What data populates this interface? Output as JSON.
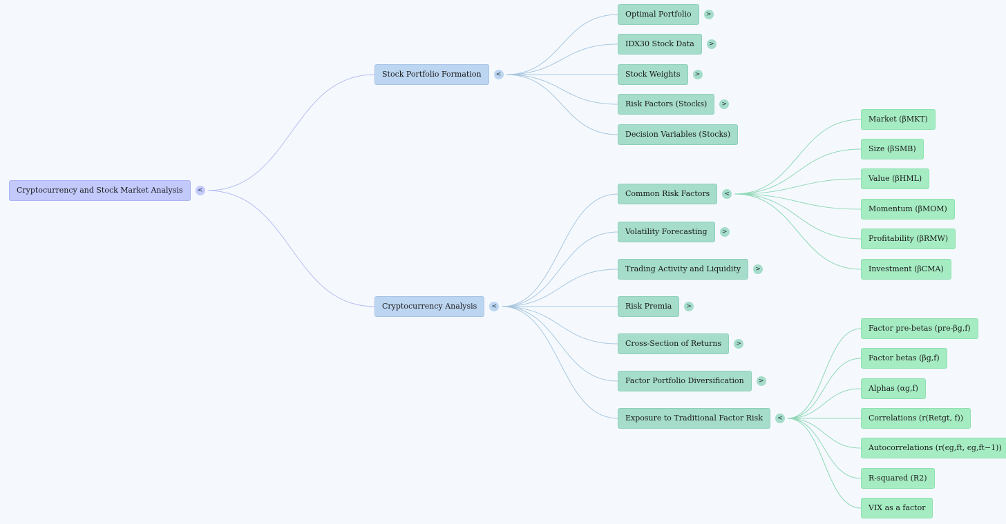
{
  "colors": {
    "background": "#f5f9fd",
    "root_fill": "#c3cafb",
    "level1_fill": "#bcd5f0",
    "level2_fill": "#a5dcca",
    "level3_fill": "#a6ecc3",
    "edge_root": "#b6bdf2",
    "edge_level1": "#a9c6df",
    "edge_level2": "#8fd8b6"
  },
  "icons": {
    "collapse": "chevron-left-icon",
    "expand": "chevron-right-icon"
  },
  "root": {
    "id": "root",
    "label": "Cryptocurrency and Stock Market Analysis",
    "toggle": "<",
    "children": [
      {
        "id": "stock-portfolio-formation",
        "label": "Stock Portfolio Formation",
        "toggle": "<",
        "children": [
          {
            "id": "optimal-portfolio",
            "label": "Optimal Portfolio",
            "toggle": ">"
          },
          {
            "id": "idx30-stock-data",
            "label": "IDX30 Stock Data",
            "toggle": ">"
          },
          {
            "id": "stock-weights",
            "label": "Stock Weights",
            "toggle": ">"
          },
          {
            "id": "risk-factors-stocks",
            "label": "Risk Factors (Stocks)",
            "toggle": ">"
          },
          {
            "id": "decision-variables-stocks",
            "label": "Decision Variables (Stocks)"
          }
        ]
      },
      {
        "id": "cryptocurrency-analysis",
        "label": "Cryptocurrency Analysis",
        "toggle": "<",
        "children": [
          {
            "id": "common-risk-factors",
            "label": "Common Risk Factors",
            "toggle": "<",
            "children": [
              {
                "id": "market",
                "label": "Market (βMKT)"
              },
              {
                "id": "size",
                "label": "Size (βSMB)"
              },
              {
                "id": "value",
                "label": "Value (βHML)"
              },
              {
                "id": "momentum",
                "label": "Momentum (βMOM)"
              },
              {
                "id": "profitability",
                "label": "Profitability (βRMW)"
              },
              {
                "id": "investment",
                "label": "Investment (βCMA)"
              }
            ]
          },
          {
            "id": "volatility-forecasting",
            "label": "Volatility Forecasting",
            "toggle": ">"
          },
          {
            "id": "trading-activity-liquidity",
            "label": "Trading Activity and Liquidity",
            "toggle": ">"
          },
          {
            "id": "risk-premia",
            "label": "Risk Premia",
            "toggle": ">"
          },
          {
            "id": "cross-section-returns",
            "label": "Cross-Section of Returns",
            "toggle": ">"
          },
          {
            "id": "factor-portfolio-diversification",
            "label": "Factor Portfolio Diversification",
            "toggle": ">"
          },
          {
            "id": "exposure-traditional-factor-risk",
            "label": "Exposure to Traditional Factor Risk",
            "toggle": "<",
            "children": [
              {
                "id": "factor-pre-betas",
                "label": "Factor pre-betas (pre-βg,f)"
              },
              {
                "id": "factor-betas",
                "label": "Factor betas (βg,f)"
              },
              {
                "id": "alphas",
                "label": "Alphas (αg,f)"
              },
              {
                "id": "correlations",
                "label": "Correlations (r(Retgt, f))"
              },
              {
                "id": "autocorrelations",
                "label": "Autocorrelations (r(ϵg,ft, ϵg,ft−1))"
              },
              {
                "id": "r-squared",
                "label": "R-squared (R2)"
              },
              {
                "id": "vix-factor",
                "label": "VIX as a factor"
              }
            ]
          }
        ]
      }
    ]
  }
}
